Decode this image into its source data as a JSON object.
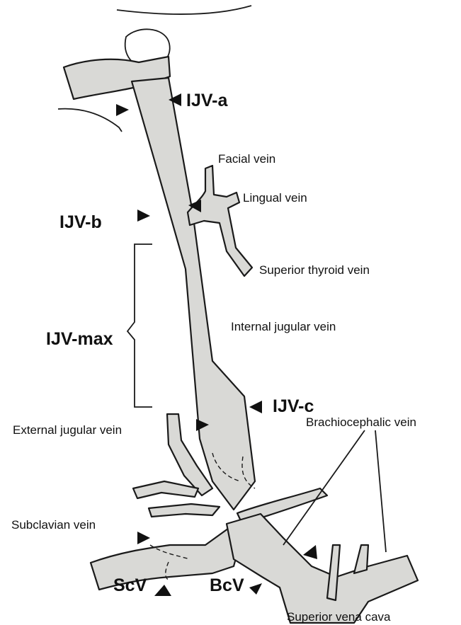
{
  "labels": {
    "ijv_a": "IJV-a",
    "ijv_b": "IJV-b",
    "ijv_max": "IJV-max",
    "ijv_c": "IJV-c",
    "scv": "ScV",
    "bcv": "BcV",
    "facial_vein": "Facial vein",
    "lingual_vein": "Lingual vein",
    "superior_thyroid_vein": "Superior thyroid vein",
    "internal_jugular_vein": "Internal jugular vein",
    "external_jugular_vein": "External jugular vein",
    "brachiocephalic_vein": "Brachiocephalic vein",
    "subclavian_vein": "Subclavian vein",
    "superior_vena_cava": "Superior vena cava"
  },
  "colors": {
    "vein_fill": "#d9d9d6",
    "outline": "#1a1a1a",
    "arrowhead": "#111111"
  }
}
